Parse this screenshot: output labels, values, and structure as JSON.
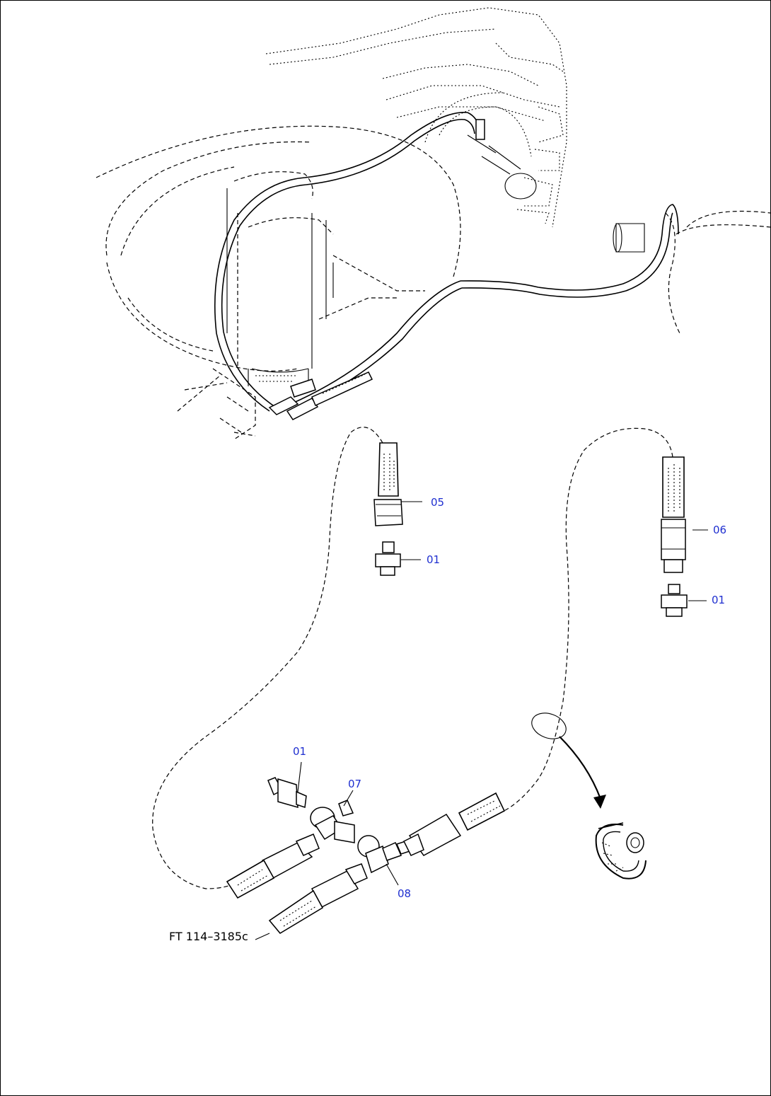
{
  "figure_ref": "FT 114–3185c",
  "callouts": {
    "c05": "05",
    "c01a": "01",
    "c06": "06",
    "c01b": "01",
    "c01c": "01",
    "c07": "07",
    "c08": "08"
  },
  "colors": {
    "callout": "#1f2fd0",
    "line": "#000000"
  }
}
